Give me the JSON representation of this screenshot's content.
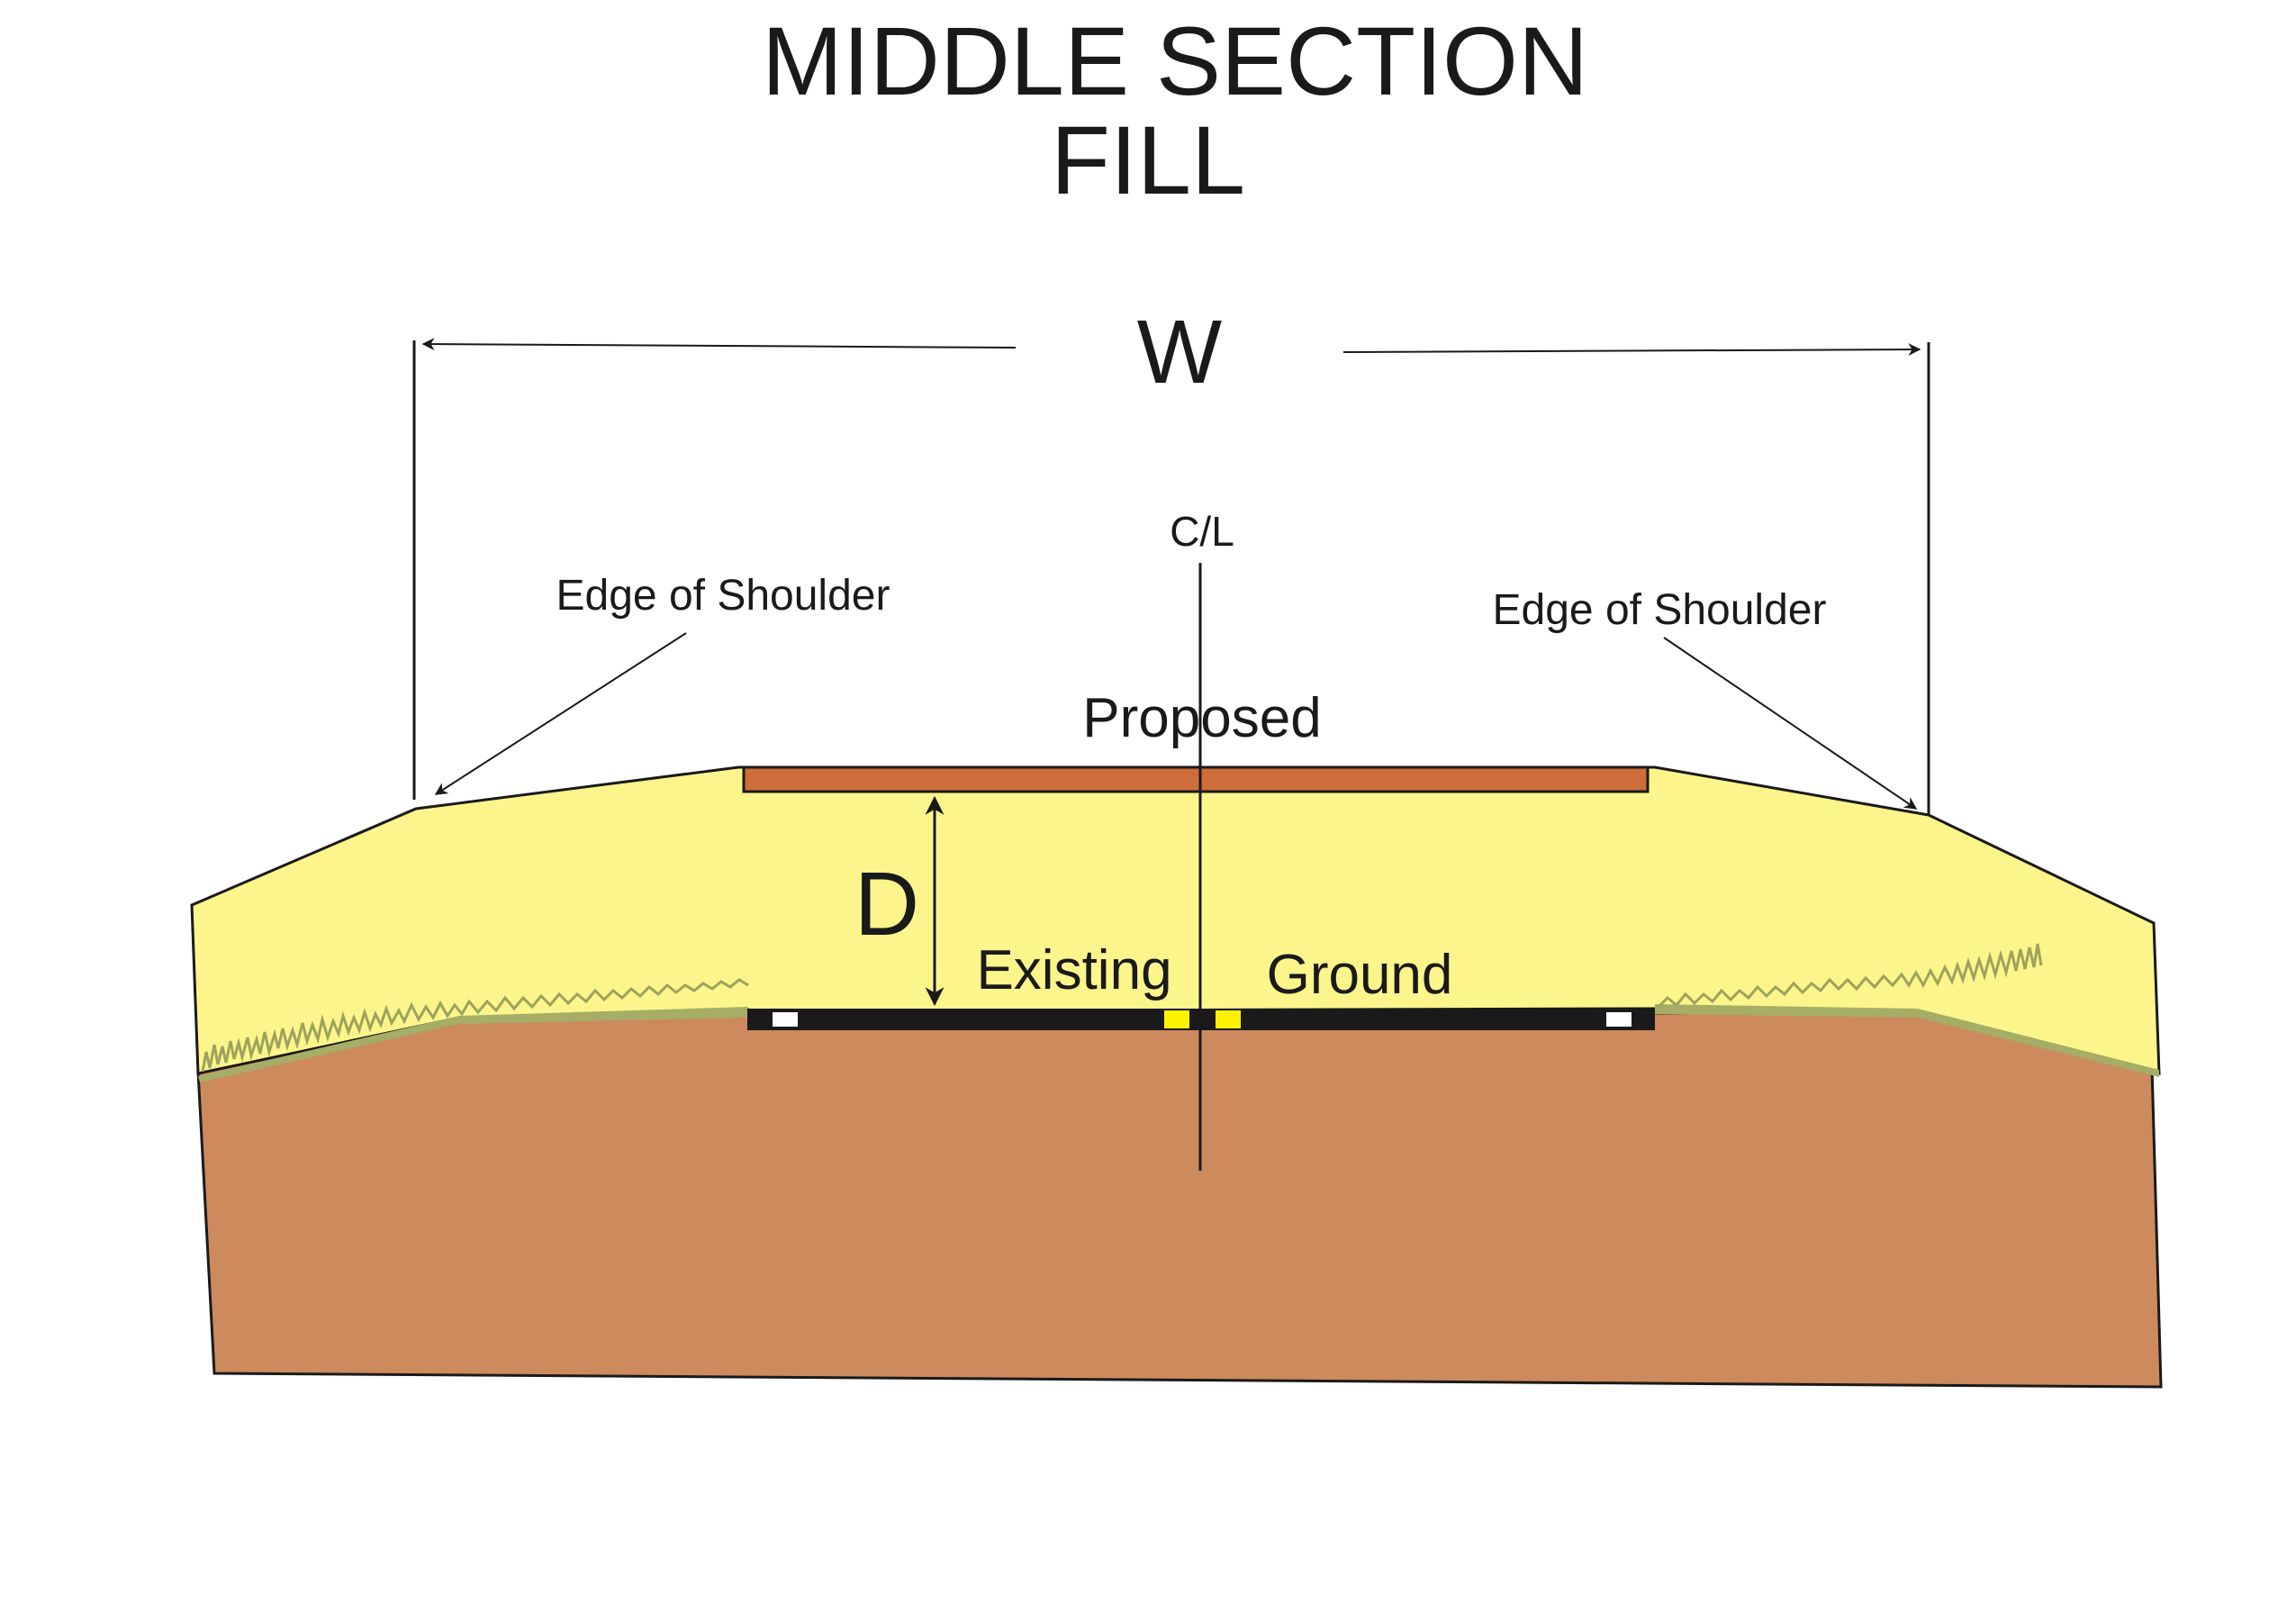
{
  "title": {
    "line1": "MIDDLE SECTION",
    "line2": "FILL"
  },
  "dimensions": {
    "width_label": "W",
    "depth_label": "D"
  },
  "labels": {
    "centerline": "C/L",
    "edge_of_shoulder_left": "Edge of Shoulder",
    "edge_of_shoulder_right": "Edge of Shoulder",
    "proposed": "Proposed",
    "existing": "Existing",
    "ground": "Ground"
  },
  "colors": {
    "fill_material": "#fcf58b",
    "native_soil": "#cc8a5d",
    "proposed_pavement": "#cc6d3a",
    "existing_pavement": "#1a1a1a",
    "grass": "#a6ad66",
    "centerline_marking": "#fff200",
    "edge_marking": "#ffffff",
    "line": "#1a1a1a"
  }
}
